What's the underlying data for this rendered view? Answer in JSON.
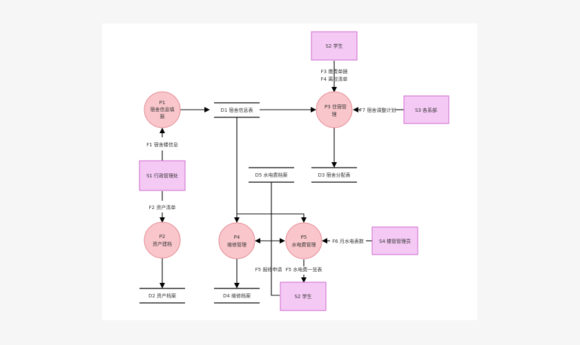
{
  "processes": {
    "p1": {
      "id": "P1",
      "line1": "宿舍信息填",
      "line2": "报"
    },
    "p2": {
      "id": "P2",
      "line1": "资产建档"
    },
    "p3": {
      "id": "P3 住宿管",
      "line1": "理"
    },
    "p4": {
      "id": "P4",
      "line1": "维修管理"
    },
    "p5": {
      "id": "P5",
      "line1": "水电费管理"
    }
  },
  "externals": {
    "s1": "S1 行政管理处",
    "s2_top": "S2 学生",
    "s3": "S3 各系部",
    "s4": "S4 楼管管理员",
    "s2_bottom": "S2 学生"
  },
  "stores": {
    "d1": "D1 宿舍信息表",
    "d2": "D2 资产档案",
    "d3": "D3 宿舍分配表",
    "d4": "D4 维修档案",
    "d5": "D5 水电费档案"
  },
  "flows": {
    "f1": "F1 宿舍楼信息",
    "f2": "F2 资产清单",
    "f3": "F3 缴费单据",
    "f4": "F4 离校清单",
    "f5a": "F5 报修申请",
    "f5b": "F5 水电费一览表",
    "f6": "F6 月水电表数",
    "f7": "F7 宿舍调整计划"
  },
  "colors": {
    "process_fill": "#f9c6cb",
    "process_stroke": "#e58b93",
    "external_fill": "#f4c9f4",
    "external_stroke": "#cc66cc"
  }
}
